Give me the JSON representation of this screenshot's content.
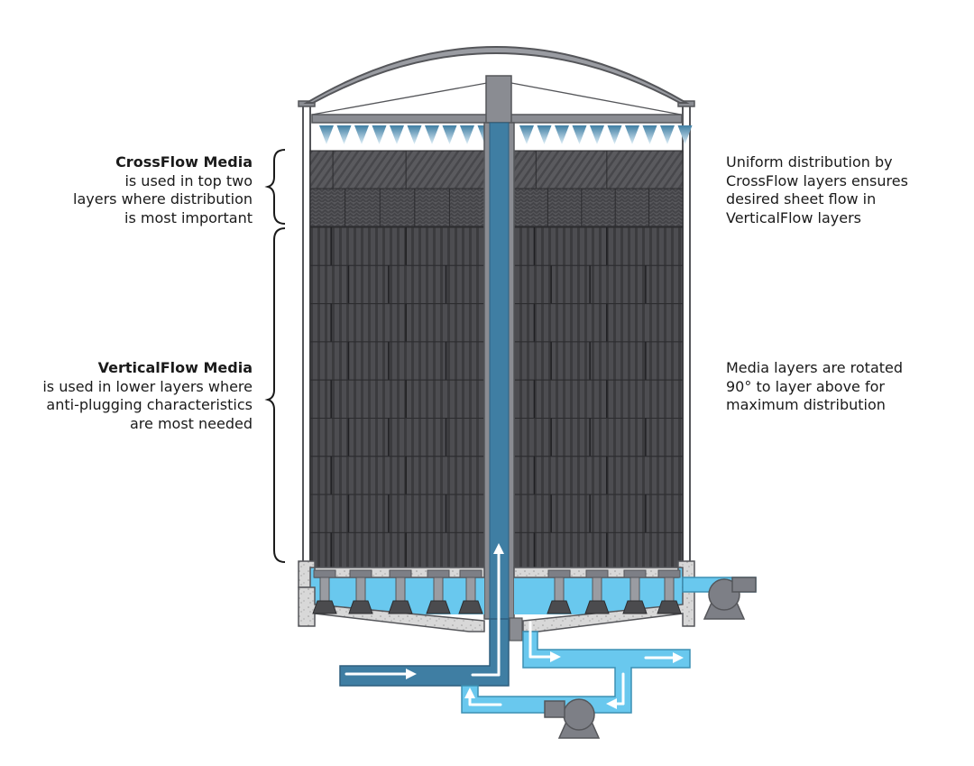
{
  "callouts": {
    "crossflow": {
      "title": "CrossFlow Media",
      "lines": [
        "is used in top two",
        "layers where distribution",
        "is most important"
      ]
    },
    "verticalflow": {
      "title": "VerticalFlow Media",
      "lines": [
        "is used in lower layers where",
        "anti-plugging characteristics",
        "are most needed"
      ]
    },
    "uniform": {
      "lines": [
        "Uniform distribution by",
        "CrossFlow layers ensures",
        "desired sheet flow in",
        "VerticalFlow layers"
      ]
    },
    "rotation": {
      "lines": [
        "Media layers are rotated",
        "90° to layer above for",
        "maximum distribution"
      ]
    }
  },
  "colors": {
    "media_dark": "#4b4b4e",
    "media_crossflow": "#606064",
    "tank_outline": "#55565a",
    "central_pipe": "#3f7ea3",
    "pipe_light": "#69c8ee",
    "water": "#69c8ee",
    "steel": "#7d7f86",
    "arrow": "#ffffff"
  },
  "icons": [
    "dome-roof",
    "spray-nozzle",
    "support-pier",
    "pump-icon",
    "flow-arrow"
  ]
}
